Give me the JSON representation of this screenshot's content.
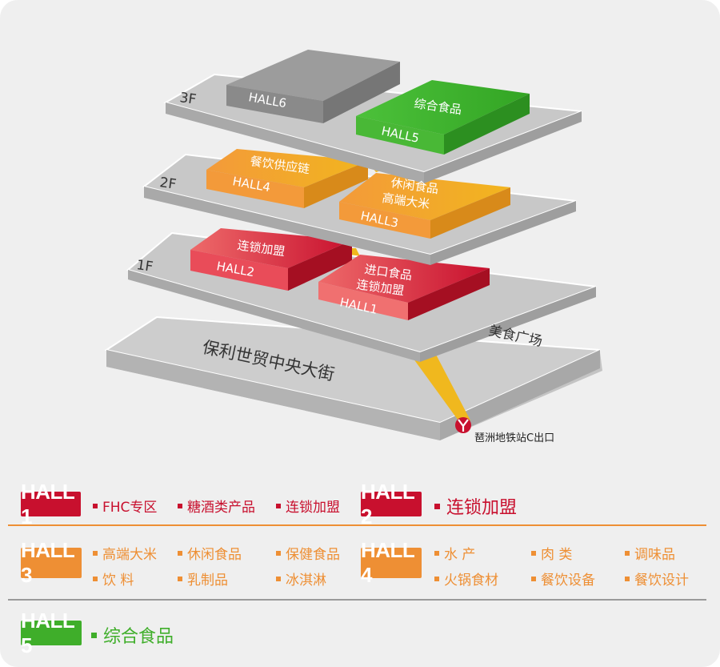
{
  "colors": {
    "hall1": "#c8102e",
    "hall2": "#c8102e",
    "hall3": "#ee8f34",
    "hall4": "#ee8f34",
    "hall5": "#3fae2a",
    "hall6": "#8f8f8f",
    "metro_line": "#f0b81e",
    "text_red": "#c8102e",
    "text_orange": "#ee8f34",
    "text_green": "#3fae2a"
  },
  "diagram": {
    "floors": {
      "f3": "3F",
      "f2": "2F",
      "f1": "1F"
    },
    "halls": {
      "hall6": {
        "code": "HALL6",
        "name": ""
      },
      "hall5": {
        "code": "HALL5",
        "name": "综合食品"
      },
      "hall4": {
        "code": "HALL4",
        "name": "餐饮供应链"
      },
      "hall3": {
        "code": "HALL3",
        "name_line1": "休闲食品",
        "name_line2": "高端大米"
      },
      "hall2": {
        "code": "HALL2",
        "name": "连锁加盟"
      },
      "hall1": {
        "code": "HALL1",
        "name_line1": "进口食品",
        "name_line2": "连锁加盟"
      }
    },
    "food_plaza": "美食广场",
    "street": "保利世贸中央大街",
    "metro_exit": "琶洲地铁站C出口",
    "metro_icon": "metro-logo-icon"
  },
  "legend": {
    "hall1": {
      "badge": "HALL 1",
      "items": [
        "FHC专区",
        "糖酒类产品",
        "连锁加盟"
      ]
    },
    "hall2": {
      "badge": "HALL 2",
      "items": [
        "连锁加盟"
      ]
    },
    "hall3": {
      "badge": "HALL 3",
      "items": [
        "高端大米",
        "休闲食品",
        "保健食品",
        "饮 料",
        "乳制品",
        "冰淇淋"
      ]
    },
    "hall4": {
      "badge": "HALL 4",
      "items": [
        "水 产",
        "肉 类",
        "调味品",
        "火锅食材",
        "餐饮设备",
        "餐饮设计"
      ]
    },
    "hall5": {
      "badge": "HALL 5",
      "items": [
        "综合食品"
      ]
    }
  }
}
